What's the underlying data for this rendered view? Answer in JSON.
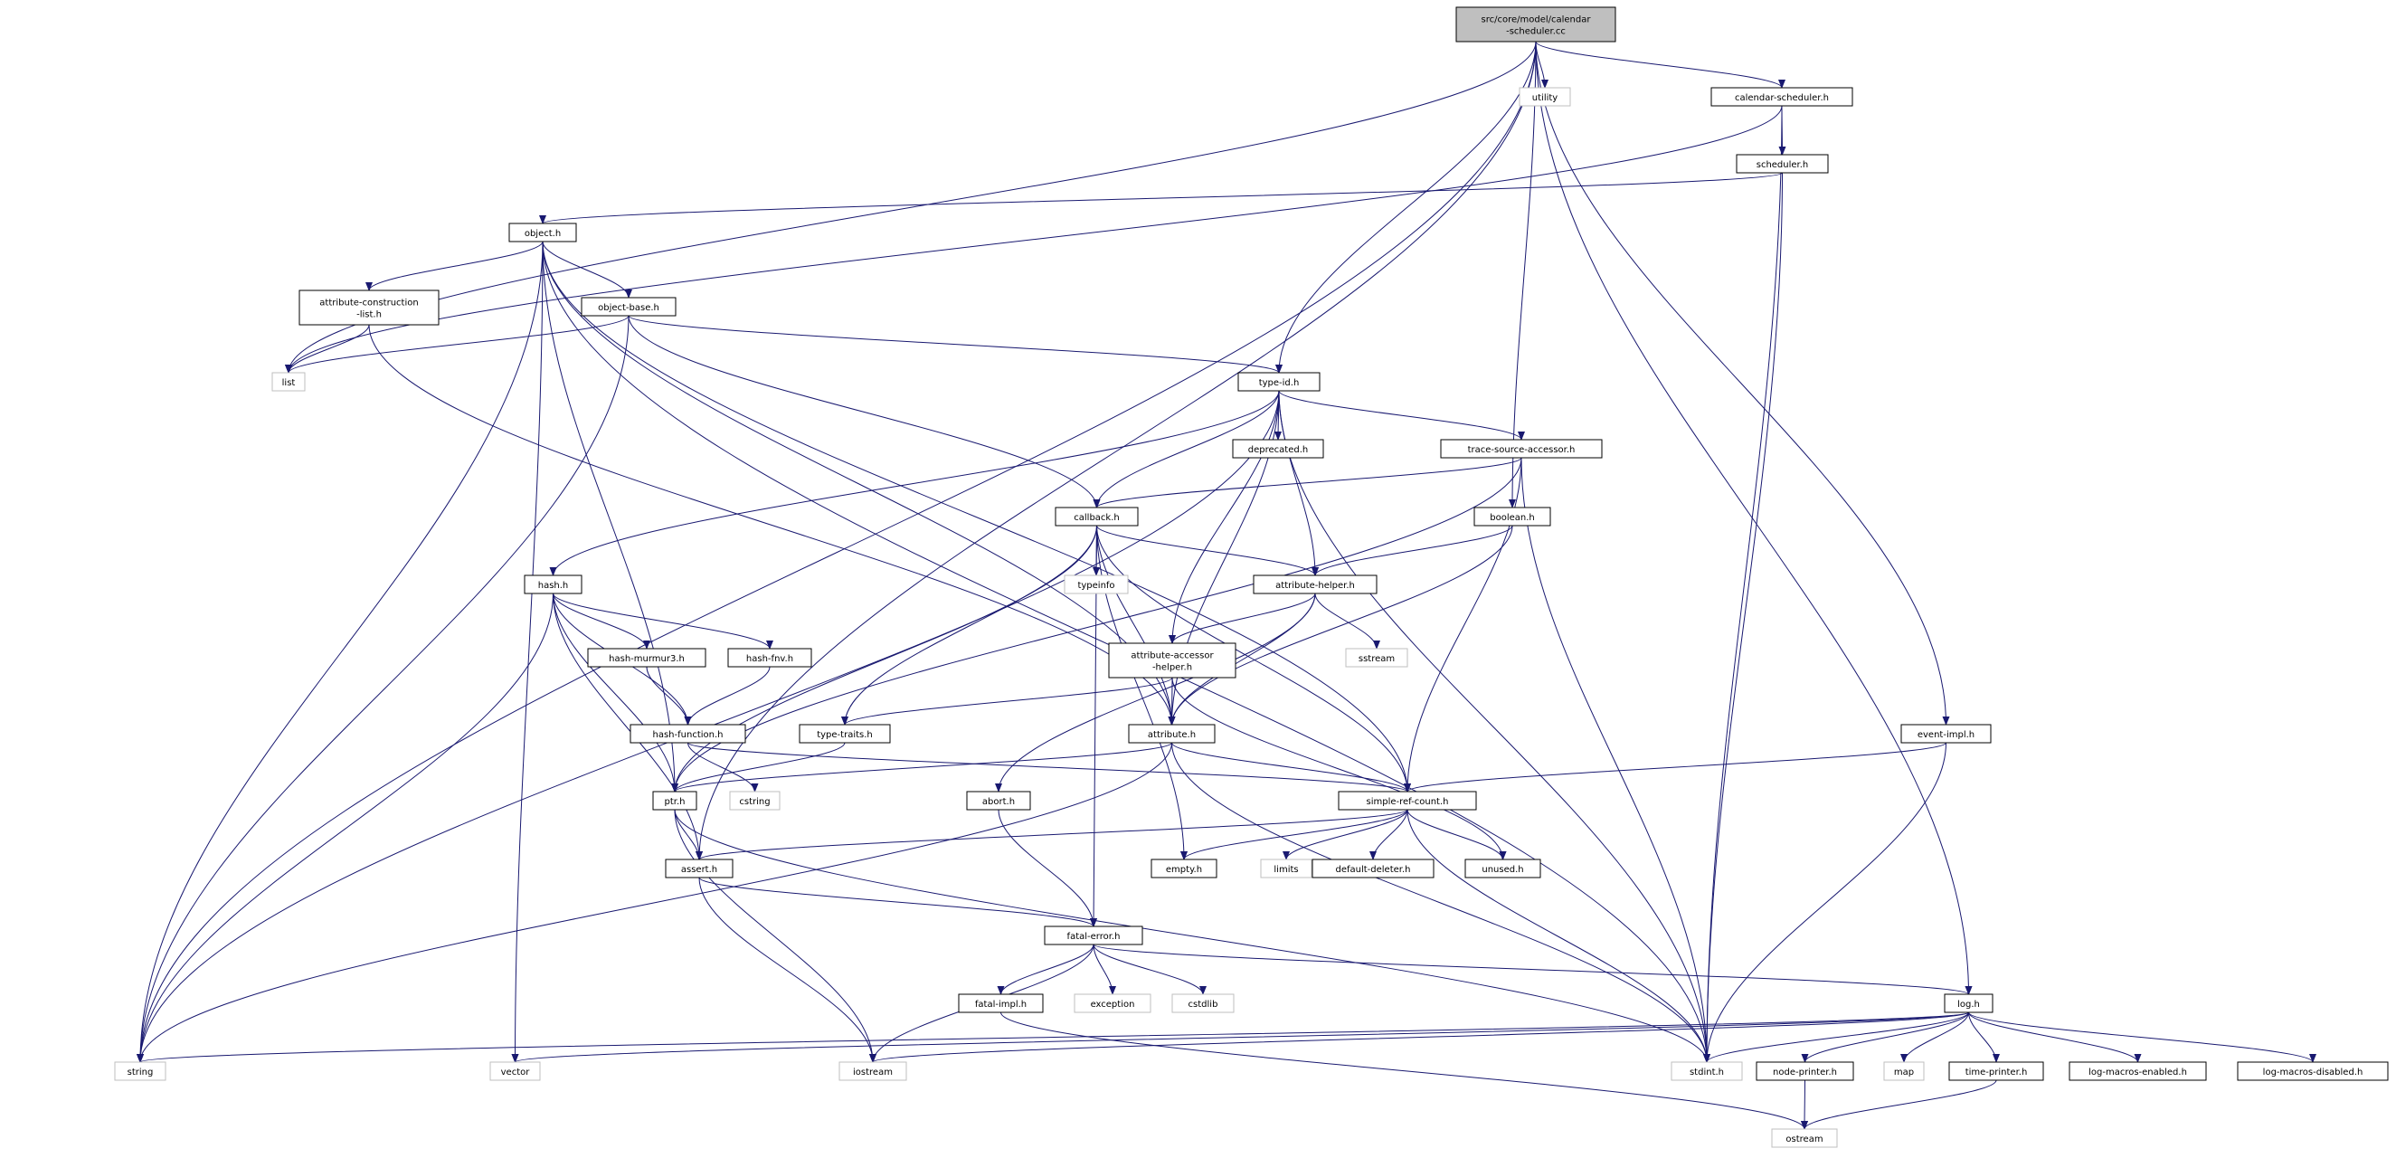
{
  "graph": {
    "root": "src/core/model/calendar-scheduler.cc",
    "colors": {
      "edge": "#191970",
      "node_border": "#000000",
      "external_border": "#bfbfbf",
      "root_fill": "#bfbfbf",
      "node_fill": "#ffffff",
      "text": "#000000"
    },
    "nodes": [
      {
        "id": "root",
        "label": [
          "src/core/model/calendar",
          "-scheduler.cc"
        ],
        "kind": "root"
      },
      {
        "id": "utility",
        "label": [
          "utility"
        ],
        "kind": "external"
      },
      {
        "id": "calsched",
        "label": [
          "calendar-scheduler.h"
        ],
        "kind": "header"
      },
      {
        "id": "scheduler",
        "label": [
          "scheduler.h"
        ],
        "kind": "header"
      },
      {
        "id": "object",
        "label": [
          "object.h"
        ],
        "kind": "header"
      },
      {
        "id": "attrconst",
        "label": [
          "attribute-construction",
          "-list.h"
        ],
        "kind": "header"
      },
      {
        "id": "objectbase",
        "label": [
          "object-base.h"
        ],
        "kind": "header"
      },
      {
        "id": "list",
        "label": [
          "list"
        ],
        "kind": "external"
      },
      {
        "id": "typeid",
        "label": [
          "type-id.h"
        ],
        "kind": "header"
      },
      {
        "id": "deprecated",
        "label": [
          "deprecated.h"
        ],
        "kind": "header"
      },
      {
        "id": "tsa",
        "label": [
          "trace-source-accessor.h"
        ],
        "kind": "header"
      },
      {
        "id": "callback",
        "label": [
          "callback.h"
        ],
        "kind": "header"
      },
      {
        "id": "boolean",
        "label": [
          "boolean.h"
        ],
        "kind": "header"
      },
      {
        "id": "hash",
        "label": [
          "hash.h"
        ],
        "kind": "header"
      },
      {
        "id": "typeinfo",
        "label": [
          "typeinfo"
        ],
        "kind": "external"
      },
      {
        "id": "attrhelper",
        "label": [
          "attribute-helper.h"
        ],
        "kind": "header"
      },
      {
        "id": "hashmurmur",
        "label": [
          "hash-murmur3.h"
        ],
        "kind": "header"
      },
      {
        "id": "hashfnv",
        "label": [
          "hash-fnv.h"
        ],
        "kind": "header"
      },
      {
        "id": "sstream",
        "label": [
          "sstream"
        ],
        "kind": "external"
      },
      {
        "id": "attracc",
        "label": [
          "attribute-accessor",
          "-helper.h"
        ],
        "kind": "header"
      },
      {
        "id": "hashfunc",
        "label": [
          "hash-function.h"
        ],
        "kind": "header"
      },
      {
        "id": "typetraits",
        "label": [
          "type-traits.h"
        ],
        "kind": "header"
      },
      {
        "id": "attribute",
        "label": [
          "attribute.h"
        ],
        "kind": "header"
      },
      {
        "id": "eventimpl",
        "label": [
          "event-impl.h"
        ],
        "kind": "header"
      },
      {
        "id": "cstring",
        "label": [
          "cstring"
        ],
        "kind": "external"
      },
      {
        "id": "ptr",
        "label": [
          "ptr.h"
        ],
        "kind": "header"
      },
      {
        "id": "abort",
        "label": [
          "abort.h"
        ],
        "kind": "header"
      },
      {
        "id": "simpleref",
        "label": [
          "simple-ref-count.h"
        ],
        "kind": "header"
      },
      {
        "id": "assert",
        "label": [
          "assert.h"
        ],
        "kind": "header"
      },
      {
        "id": "empty",
        "label": [
          "empty.h"
        ],
        "kind": "header"
      },
      {
        "id": "limits",
        "label": [
          "limits"
        ],
        "kind": "external"
      },
      {
        "id": "defdeleter",
        "label": [
          "default-deleter.h"
        ],
        "kind": "header"
      },
      {
        "id": "unused",
        "label": [
          "unused.h"
        ],
        "kind": "header"
      },
      {
        "id": "fatalerror",
        "label": [
          "fatal-error.h"
        ],
        "kind": "header"
      },
      {
        "id": "fatalimpl",
        "label": [
          "fatal-impl.h"
        ],
        "kind": "header"
      },
      {
        "id": "exception",
        "label": [
          "exception"
        ],
        "kind": "external"
      },
      {
        "id": "cstdlib",
        "label": [
          "cstdlib"
        ],
        "kind": "external"
      },
      {
        "id": "log",
        "label": [
          "log.h"
        ],
        "kind": "header"
      },
      {
        "id": "string",
        "label": [
          "string"
        ],
        "kind": "external"
      },
      {
        "id": "vector",
        "label": [
          "vector"
        ],
        "kind": "external"
      },
      {
        "id": "iostream",
        "label": [
          "iostream"
        ],
        "kind": "external"
      },
      {
        "id": "stdint",
        "label": [
          "stdint.h"
        ],
        "kind": "external"
      },
      {
        "id": "nodeprinter",
        "label": [
          "node-printer.h"
        ],
        "kind": "header"
      },
      {
        "id": "map",
        "label": [
          "map"
        ],
        "kind": "external"
      },
      {
        "id": "timeprinter",
        "label": [
          "time-printer.h"
        ],
        "kind": "header"
      },
      {
        "id": "logmacen",
        "label": [
          "log-macros-enabled.h"
        ],
        "kind": "header"
      },
      {
        "id": "logmacdis",
        "label": [
          "log-macros-disabled.h"
        ],
        "kind": "header"
      },
      {
        "id": "ostream",
        "label": [
          "ostream"
        ],
        "kind": "external"
      }
    ],
    "edges": [
      [
        "root",
        "utility"
      ],
      [
        "root",
        "calsched"
      ],
      [
        "root",
        "typeid"
      ],
      [
        "root",
        "boolean"
      ],
      [
        "root",
        "eventimpl"
      ],
      [
        "root",
        "log"
      ],
      [
        "root",
        "list"
      ],
      [
        "root",
        "string"
      ],
      [
        "root",
        "assert"
      ],
      [
        "calsched",
        "scheduler"
      ],
      [
        "calsched",
        "list"
      ],
      [
        "calsched",
        "stdint"
      ],
      [
        "scheduler",
        "object"
      ],
      [
        "scheduler",
        "stdint"
      ],
      [
        "object",
        "attrconst"
      ],
      [
        "object",
        "objectbase"
      ],
      [
        "object",
        "string"
      ],
      [
        "object",
        "vector"
      ],
      [
        "object",
        "ptr"
      ],
      [
        "object",
        "attribute"
      ],
      [
        "object",
        "simpleref"
      ],
      [
        "object",
        "stdint"
      ],
      [
        "attrconst",
        "list"
      ],
      [
        "attrconst",
        "attribute"
      ],
      [
        "objectbase",
        "list"
      ],
      [
        "objectbase",
        "string"
      ],
      [
        "objectbase",
        "typeid"
      ],
      [
        "objectbase",
        "callback"
      ],
      [
        "typeid",
        "deprecated"
      ],
      [
        "typeid",
        "tsa"
      ],
      [
        "typeid",
        "callback"
      ],
      [
        "typeid",
        "hash"
      ],
      [
        "typeid",
        "attrhelper"
      ],
      [
        "typeid",
        "attracc"
      ],
      [
        "typeid",
        "attribute"
      ],
      [
        "typeid",
        "string"
      ],
      [
        "typeid",
        "stdint"
      ],
      [
        "tsa",
        "callback"
      ],
      [
        "tsa",
        "ptr"
      ],
      [
        "tsa",
        "simpleref"
      ],
      [
        "tsa",
        "stdint"
      ],
      [
        "callback",
        "typeinfo"
      ],
      [
        "callback",
        "attrhelper"
      ],
      [
        "callback",
        "typetraits"
      ],
      [
        "callback",
        "attribute"
      ],
      [
        "callback",
        "ptr"
      ],
      [
        "callback",
        "simpleref"
      ],
      [
        "callback",
        "empty"
      ],
      [
        "callback",
        "fatalerror"
      ],
      [
        "boolean",
        "attrhelper"
      ],
      [
        "boolean",
        "attribute"
      ],
      [
        "hash",
        "hashmurmur"
      ],
      [
        "hash",
        "hashfnv"
      ],
      [
        "hash",
        "hashfunc"
      ],
      [
        "hash",
        "ptr"
      ],
      [
        "hash",
        "assert"
      ],
      [
        "hash",
        "string"
      ],
      [
        "hashmurmur",
        "hashfunc"
      ],
      [
        "hashfnv",
        "hashfunc"
      ],
      [
        "hashfunc",
        "cstring"
      ],
      [
        "hashfunc",
        "simpleref"
      ],
      [
        "attrhelper",
        "sstream"
      ],
      [
        "attrhelper",
        "attracc"
      ],
      [
        "attrhelper",
        "attribute"
      ],
      [
        "attrhelper",
        "abort"
      ],
      [
        "attracc",
        "typetraits"
      ],
      [
        "attracc",
        "attribute"
      ],
      [
        "attracc",
        "unused"
      ],
      [
        "typetraits",
        "ptr"
      ],
      [
        "attribute",
        "ptr"
      ],
      [
        "attribute",
        "simpleref"
      ],
      [
        "attribute",
        "string"
      ],
      [
        "attribute",
        "stdint"
      ],
      [
        "eventimpl",
        "simpleref"
      ],
      [
        "eventimpl",
        "stdint"
      ],
      [
        "ptr",
        "assert"
      ],
      [
        "ptr",
        "iostream"
      ],
      [
        "ptr",
        "stdint"
      ],
      [
        "abort",
        "fatalerror"
      ],
      [
        "simpleref",
        "assert"
      ],
      [
        "simpleref",
        "empty"
      ],
      [
        "simpleref",
        "limits"
      ],
      [
        "simpleref",
        "defdeleter"
      ],
      [
        "simpleref",
        "unused"
      ],
      [
        "simpleref",
        "stdint"
      ],
      [
        "assert",
        "fatalerror"
      ],
      [
        "assert",
        "iostream"
      ],
      [
        "fatalerror",
        "fatalimpl"
      ],
      [
        "fatalerror",
        "exception"
      ],
      [
        "fatalerror",
        "cstdlib"
      ],
      [
        "fatalerror",
        "iostream"
      ],
      [
        "fatalerror",
        "log"
      ],
      [
        "fatalimpl",
        "ostream"
      ],
      [
        "log",
        "string"
      ],
      [
        "log",
        "vector"
      ],
      [
        "log",
        "iostream"
      ],
      [
        "log",
        "stdint"
      ],
      [
        "log",
        "nodeprinter"
      ],
      [
        "log",
        "map"
      ],
      [
        "log",
        "timeprinter"
      ],
      [
        "log",
        "logmacen"
      ],
      [
        "log",
        "logmacdis"
      ],
      [
        "nodeprinter",
        "ostream"
      ],
      [
        "timeprinter",
        "ostream"
      ]
    ]
  }
}
